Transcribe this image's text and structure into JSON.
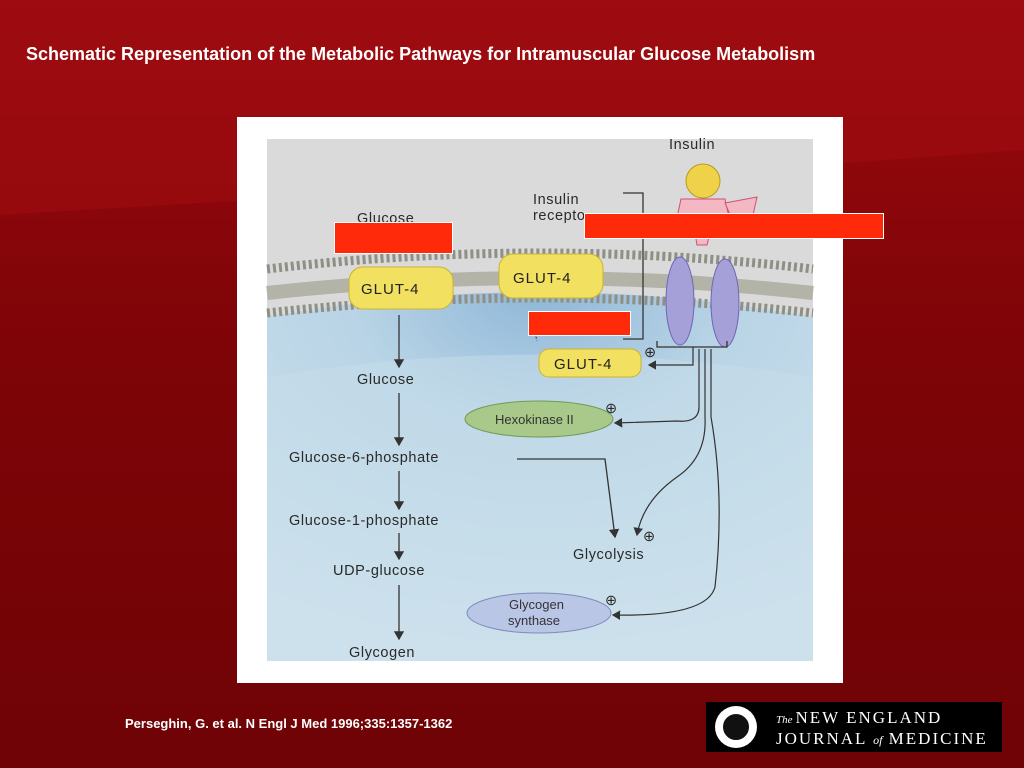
{
  "slide": {
    "title": "Schematic Representation of the Metabolic Pathways for Intramuscular Glucose Metabolism",
    "citation": "Perseghin, G. et al. N Engl J Med 1996;335:1357-1362"
  },
  "diagram": {
    "insulin": "Insulin",
    "receptor_line1": "Insulin",
    "receptor_line2": "recepto",
    "glucose_outside": "Glucose",
    "glut4_membrane_left": "GLUT-4",
    "glut4_membrane_right": "GLUT-4",
    "glut4_vesicle": "GLUT-4",
    "hexokinase": "Hexokinase II",
    "glycogen_synthase_line1": "Glycogen",
    "glycogen_synthase_line2": "synthase",
    "pathway": [
      "Glucose",
      "Glucose-6-phosphate",
      "Glucose-1-phosphate",
      "UDP-glucose",
      "Glycogen"
    ],
    "glycolysis": "Glycolysis",
    "stimulation_symbol": "⊕"
  },
  "logo": {
    "line1_prefix": "The",
    "line1_main": "NEW ENGLAND",
    "line2_a": "JOURNAL",
    "line2_of": "of",
    "line2_b": "MEDICINE"
  },
  "colors": {
    "background": "#8a0508",
    "redaction": "#ff2a0a",
    "glut4_fill": "#f2e060",
    "hexokinase_fill": "#a8c98a",
    "glycogen_synthase_fill": "#b9c6e6",
    "receptor_fill": "#a6a0d8"
  }
}
